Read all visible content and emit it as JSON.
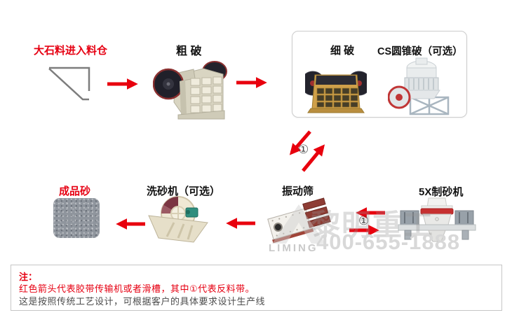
{
  "flow": {
    "feed_label": "大石料进入料仓",
    "coarse_crusher_label": "粗 破",
    "fine_crusher_label": "细 破",
    "cone_crusher_label": "CS圆锥破（可选）",
    "product_label": "成品砂",
    "washer_label": "洗砂机（可选）",
    "screen_label": "振动筛",
    "sand_maker_label": "5X制砂机",
    "return_belt_marker": "①"
  },
  "note": {
    "prefix": "注：",
    "line1": "红色箭头代表胶带传输机或者滑槽，其中①代表反料带。",
    "line2": "这是按照传统工艺设计，可根据客户的具体要求设计生产线"
  },
  "watermark": {
    "brand_cn": "黎明重工",
    "brand_en": "LIMING",
    "phone": "400-655-1888"
  },
  "colors": {
    "arrow_red": "#e8000d",
    "label_red": "#e60012",
    "note_gray": "#4d4d4d",
    "watermark_gray": "#cfcfcf"
  }
}
